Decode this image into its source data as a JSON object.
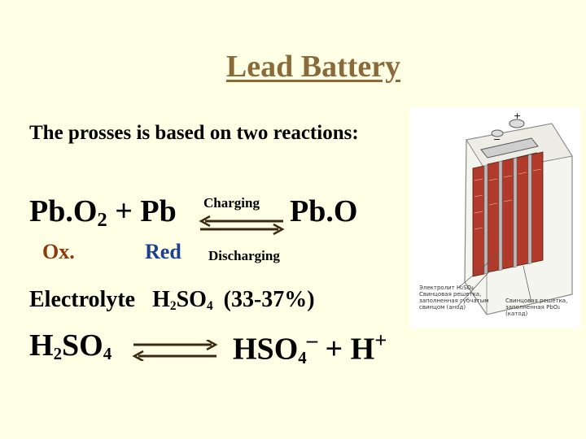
{
  "slide": {
    "title": "Lead Battery",
    "intro": "The prosses is based on two reactions:",
    "reaction1": {
      "left_a": "Pb.O",
      "left_a_sub": "2",
      "left_b": " + Pb",
      "right": "Pb.O",
      "arrow_top_label": "Charging",
      "arrow_bottom_label": "Discharging",
      "ox_label": "Ox.",
      "red_label": "Red"
    },
    "electrolyte": {
      "label": "Electrolyte",
      "formula_a": "H",
      "formula_sub2": "2",
      "formula_b": "SO",
      "formula_sub4": "4",
      "percent": "(33-37%)"
    },
    "reaction2": {
      "left_a": "H",
      "left_sub2": "2",
      "left_b": "SO",
      "left_sub4": "4",
      "right_a": "HSO",
      "right_sub4": "4",
      "right_charge": "–",
      "plus": "+",
      "right_b": "H",
      "right_b_charge": "+"
    },
    "battery_caption": {
      "line1": "Электролит H₂SO₄",
      "line2": "Свинцовая решетка,",
      "line3": "заполненная губчатым",
      "line4": "свинцом (анод)",
      "line5": "Свинцовая решетка,",
      "line6": "заполненная PbO₂",
      "line7": "(катод)"
    },
    "colors": {
      "title": "#8B6A3A",
      "ox": "#8B3A10",
      "red": "#1C3F8F",
      "arrow": "#3a2a10",
      "plate": "#B23A2A"
    }
  }
}
